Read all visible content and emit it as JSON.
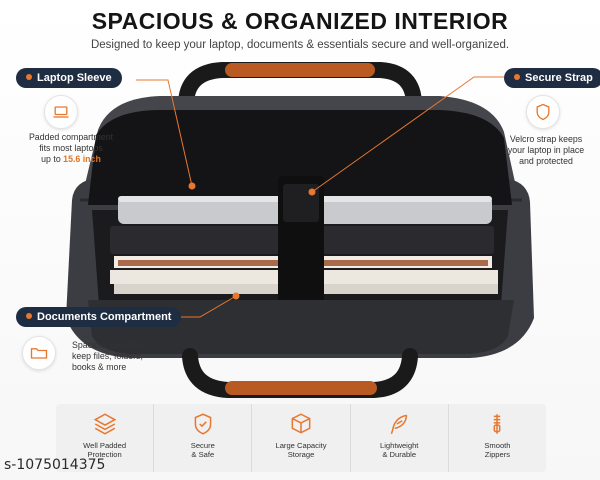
{
  "header": {
    "title": "SPACIOUS & ORGANIZED INTERIOR",
    "subtitle": "Designed to keep your laptop, documents & essentials secure and well-organized."
  },
  "callouts": {
    "laptop_sleeve": {
      "label": "Laptop Sleeve",
      "line1": "Padded compartment",
      "line2": "fits most laptops",
      "line3_prefix": "up to ",
      "line3_highlight": "15.6 inch",
      "icon": "laptop-icon"
    },
    "secure_strap": {
      "label": "Secure Strap",
      "line1": "Velcro strap keeps",
      "line2": "your laptop in place",
      "line3": "and protected",
      "icon": "shield-icon"
    },
    "documents": {
      "label": "Documents Compartment",
      "line1": "Spacious pocket to",
      "line2": "keep files, folders,",
      "line3": "books & more",
      "icon": "folder-icon"
    }
  },
  "features": [
    {
      "label": "Well Padded\nProtection",
      "icon": "layers-icon"
    },
    {
      "label": "Secure\n& Safe",
      "icon": "shield-check-icon"
    },
    {
      "label": "Large Capacity\nStorage",
      "icon": "box-icon"
    },
    {
      "label": "Lightweight\n& Durable",
      "icon": "feather-icon"
    },
    {
      "label": "Smooth\nZippers",
      "icon": "zipper-icon"
    }
  ],
  "watermark": "s-1075014375",
  "colors": {
    "accent": "#e8782f",
    "pill": "#1f2d42",
    "bag": "#3a3b3f",
    "handle": "#b85a22"
  }
}
